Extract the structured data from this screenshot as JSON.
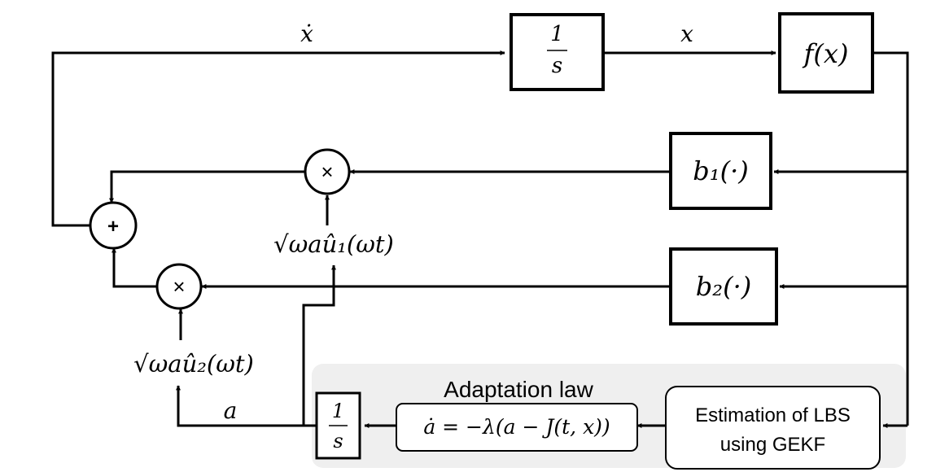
{
  "signals": {
    "x_dot": "ẋ",
    "x": "x",
    "a": "a",
    "dither1": "√ωaû₁(ωt)",
    "dither2": "√ωaû₂(ωt)"
  },
  "blocks": {
    "integrator_top": {
      "num": "1",
      "den": "s"
    },
    "f": "f(x)",
    "b1": "b₁(·)",
    "b2": "b₂(·)",
    "integrator_bottom": {
      "num": "1",
      "den": "s"
    },
    "adaptation_law": "ȧ = −λ(a − J(t, x))",
    "estimator": [
      "Estimation of LBS",
      "using GEKF"
    ]
  },
  "operators": {
    "sum": "+",
    "multiply1": "×",
    "multiply2": "×"
  },
  "panel": {
    "title": "Adaptation law",
    "background": "#efefef"
  }
}
